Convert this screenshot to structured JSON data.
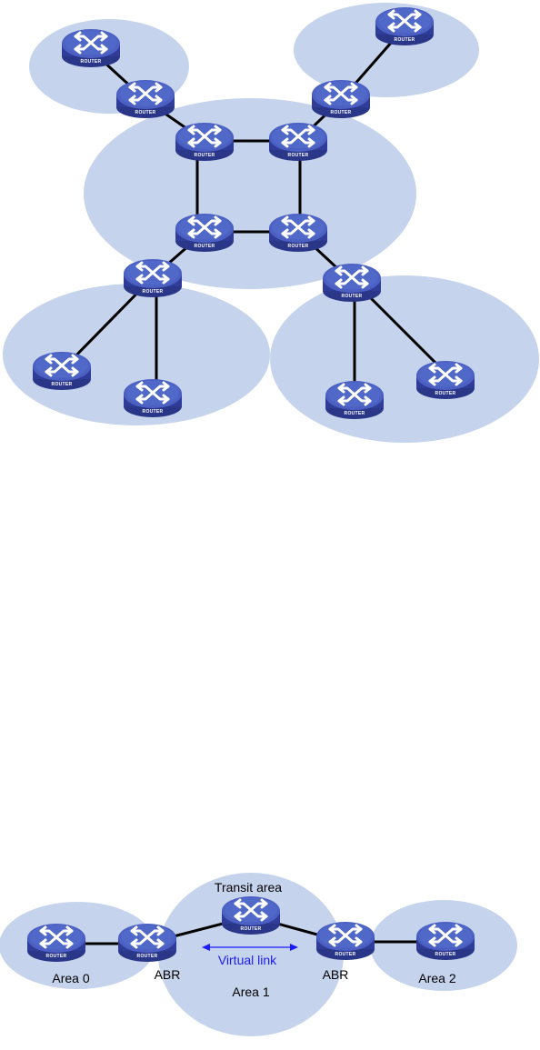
{
  "colors": {
    "area_fill": "#c5d3ec",
    "router_body": "#2f3d99",
    "router_top": "#4b60c2",
    "router_arrows": "#ffffff",
    "link": "#000000",
    "virtual_link": "#1a1aff"
  },
  "router_icon": "router-icon",
  "router_label": "ROUTER",
  "diagram_bottom": {
    "transit_area_label": "Transit area",
    "virtual_link_label": "Virtual link",
    "area0_label": "Area 0",
    "area1_label": "Area 1",
    "area2_label": "Area 2",
    "abr_left_label": "ABR",
    "abr_right_label": "ABR"
  }
}
